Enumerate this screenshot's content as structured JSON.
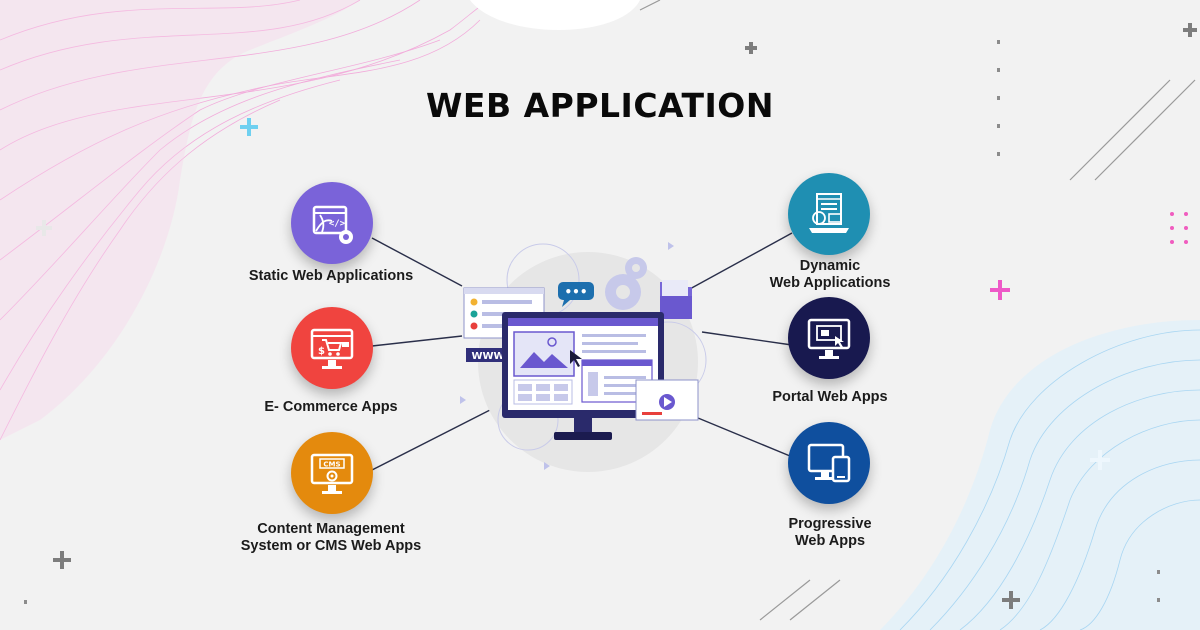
{
  "title": "WEB APPLICATION",
  "colors": {
    "static": "#7a63d9",
    "ecommerce": "#f0443f",
    "cms": "#e48a0d",
    "dynamic": "#1f8fb2",
    "portal": "#18194f",
    "progressive": "#0f4f9e"
  },
  "left_items": [
    {
      "label": "Static Web Applications",
      "icon": "code-browser-gear-icon"
    },
    {
      "label": "E- Commerce Apps",
      "icon": "shopping-cart-monitor-icon"
    },
    {
      "label": "Content Management\nSystem or CMS Web Apps",
      "icon": "cms-monitor-icon"
    }
  ],
  "right_items": [
    {
      "label": "Dynamic\nWeb Applications",
      "icon": "dynamic-laptop-icon"
    },
    {
      "label": "Portal Web Apps",
      "icon": "portal-monitor-icon"
    },
    {
      "label": "Progressive\nWeb Apps",
      "icon": "devices-icon"
    }
  ],
  "center": {
    "www_text": "WWW",
    "chat_dots": "•••"
  }
}
